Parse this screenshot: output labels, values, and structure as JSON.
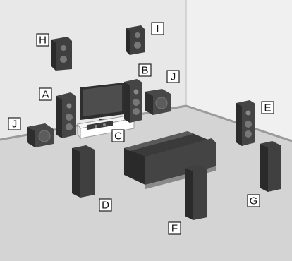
{
  "colors": {
    "wall": "#e6e6e6",
    "floor": "#cfcfcf",
    "speaker_dark": "#3a3a3a",
    "speaker_mid": "#5a5a5a",
    "speaker_light": "#8a8a8a",
    "label_border": "#222222"
  },
  "labels": {
    "A": "A",
    "B": "B",
    "C": "C",
    "D": "D",
    "E": "E",
    "F": "F",
    "G": "G",
    "H": "H",
    "I": "I",
    "J_left": "J",
    "J_right": "J"
  },
  "icons": {
    "front_left_speaker": "tower-speaker",
    "front_right_speaker": "tower-speaker",
    "center_speaker": "center-speaker",
    "surround_left_speaker": "tower-speaker",
    "surround_right_speaker": "tower-speaker",
    "surround_back_left_speaker": "tower-speaker",
    "surround_back_right_speaker": "tower-speaker",
    "front_high_left_speaker": "bookshelf-speaker",
    "front_high_right_speaker": "bookshelf-speaker",
    "subwoofers": "subwoofer",
    "sofa": "sofa",
    "tv": "tv"
  }
}
